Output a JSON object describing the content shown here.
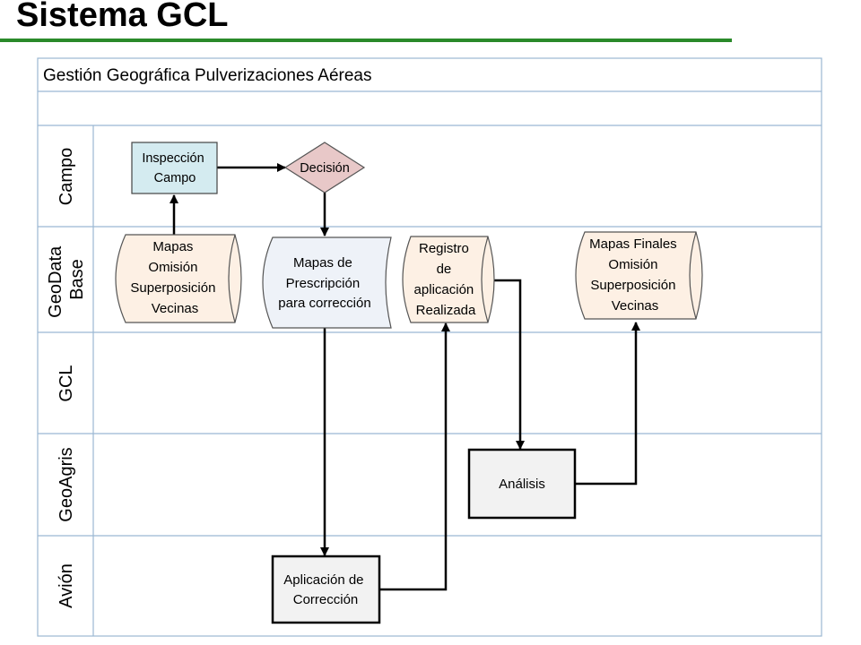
{
  "title": "Sistema GCL",
  "pool": {
    "title": "Gestión Geográfica Pulverizaciones Aéreas"
  },
  "lanes": [
    {
      "id": "campo",
      "label_lines": [
        "Campo"
      ]
    },
    {
      "id": "geodata",
      "label_lines": [
        "GeoData",
        "Base"
      ]
    },
    {
      "id": "gcl",
      "label_lines": [
        "GCL"
      ]
    },
    {
      "id": "geoagris",
      "label_lines": [
        "GeoAgris"
      ]
    },
    {
      "id": "avion",
      "label_lines": [
        "Avión"
      ]
    }
  ],
  "nodes": {
    "inspeccion": {
      "lines": [
        "Inspección",
        "Campo"
      ],
      "fill": "#d4ebf0"
    },
    "decision": {
      "lines": [
        "Decisión"
      ],
      "fill": "#e8c8c8"
    },
    "mapas_omision": {
      "lines": [
        "Mapas",
        "Omisión",
        "Superposición",
        "Vecinas"
      ],
      "fill": "#fdf0e4"
    },
    "mapas_prescripcion": {
      "lines": [
        "Mapas de",
        "Prescripción",
        "para corrección"
      ],
      "fill": "#eef2f8"
    },
    "registro": {
      "lines": [
        "Registro",
        "de",
        "aplicación",
        "Realizada"
      ],
      "fill": "#fdf0e4"
    },
    "mapas_finales": {
      "lines": [
        "Mapas Finales",
        "Omisión",
        "Superposición",
        "Vecinas"
      ],
      "fill": "#fdf0e4"
    },
    "analisis": {
      "lines": [
        "Análisis"
      ],
      "fill": "#f2f2f2"
    },
    "aplicacion": {
      "lines": [
        "Aplicación de",
        "Corrección"
      ],
      "fill": "#f2f2f2"
    }
  },
  "colors": {
    "lane_border": "#9bb8d3",
    "title_rule": "#2a8a2a"
  }
}
